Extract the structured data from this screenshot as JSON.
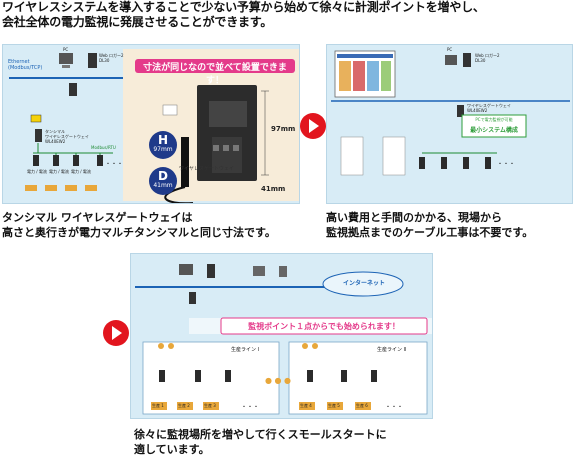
{
  "intro_text": "ワイヤレスシステムを導入することで少ない予算から始めて徐々に計測ポイントを増やし、\n会社全体の電力監視に発展させることができます。",
  "panel_a": {
    "banner": "寸法が同じなので並べて設置できます！",
    "h_letter": "H",
    "h_value": "97mm",
    "d_letter": "D",
    "d_value": "41mm",
    "width_label": "97mm",
    "depth_label": "41mm",
    "product_note": "ワイヤレスゲートウェイ",
    "ethernet": "Ethernet\n(Modbus/TCP)",
    "pc_label": "PC",
    "web_label": "Web ロガー2\nDL30",
    "left_unit": "タンシマル\nワイヤレスゲートウェイ\nWL40EW2",
    "wireless_label": "Modbus/RTU",
    "bottom_labels": [
      "電力 / 電流",
      "電力 / 電流",
      "電力 / 電流"
    ],
    "dots": "・・・"
  },
  "caption_a": "タンシマル ワイヤレスゲートウェイは\n高さと奥行きが電力マルチタンシマルと同じ寸法です。",
  "panel_b": {
    "pc_label": "PC",
    "web_label": "Web ロガー2\nDL30",
    "gw_label": "ワイヤレスゲートウェイ\nWL40EW2",
    "system_box": "最小システム構成",
    "system_note": "PCで電力監視が可能",
    "dots": "・・・"
  },
  "caption_b": "高い費用と手間のかかる、現場から\n監視拠点までのケーブル工事は不要です。",
  "panel_c": {
    "internet": "インターネット",
    "banner": "監視ポイント１点からでも始められます！",
    "line1": "生産ライン Ⅰ",
    "line2": "生産ライン Ⅱ",
    "sensor_labels": [
      "生産 1",
      "生産 2",
      "生産 3",
      "生産 4",
      "生産 5",
      "生産 6"
    ],
    "dots": "・・・",
    "mid_dots": "● ● ●"
  },
  "caption_c": "徐々に監視場所を増やして行くスモールスタートに\n適しています。",
  "colors": {
    "arrow": "#e2151e",
    "panel_bg": "#d8ecf6",
    "banner": "#e43a8a",
    "badge": "#1f3a8a",
    "device": "#2c2c2c",
    "line": "#2e9d3a"
  }
}
